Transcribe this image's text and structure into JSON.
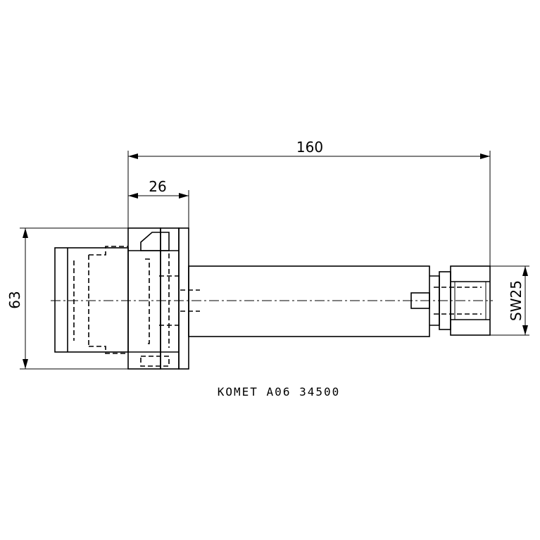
{
  "drawing": {
    "dimensions": {
      "overall_length": "160",
      "flange_length": "26",
      "diameter": "63",
      "wrench_size": "SW25"
    },
    "caption": "KOMET A06 34500",
    "line_color": "#000000",
    "background_color": "#ffffff"
  }
}
